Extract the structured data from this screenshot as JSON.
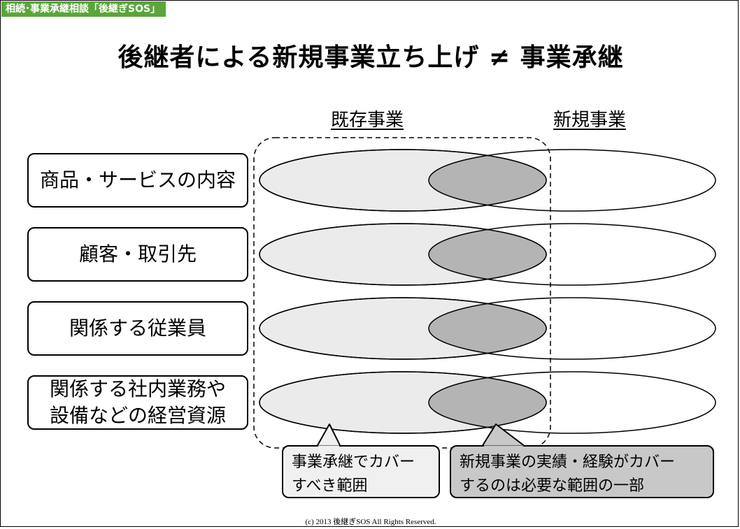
{
  "header_tag": "相続･事業承継相談「後継ぎSOS」",
  "title": "後継者による新規事業立ち上げ ≠ 事業承継",
  "columns": {
    "existing": "既存事業",
    "new": "新規事業"
  },
  "rows": [
    {
      "lines": [
        "商品・サービスの内容"
      ]
    },
    {
      "lines": [
        "顧客・取引先"
      ]
    },
    {
      "lines": [
        "関係する従業員"
      ]
    },
    {
      "lines": [
        "関係する社内業務や",
        "設備などの経営資源"
      ]
    }
  ],
  "callouts": {
    "succession": {
      "lines": [
        "事業承継でカバー",
        "すべき範囲"
      ]
    },
    "new_business": {
      "lines": [
        "新規事業の実績・経験がカバー",
        "するのは必要な範囲の一部"
      ]
    }
  },
  "footer": "(c) 2013 後継ぎSOS All Rights Reserved.",
  "colors": {
    "tag_green": "#5aa63a",
    "existing_fill": "#ebebeb",
    "overlap_fill": "#b4b4b4",
    "callout1_fill": "#f0f0f0",
    "callout2_fill": "#c8c8c8"
  }
}
